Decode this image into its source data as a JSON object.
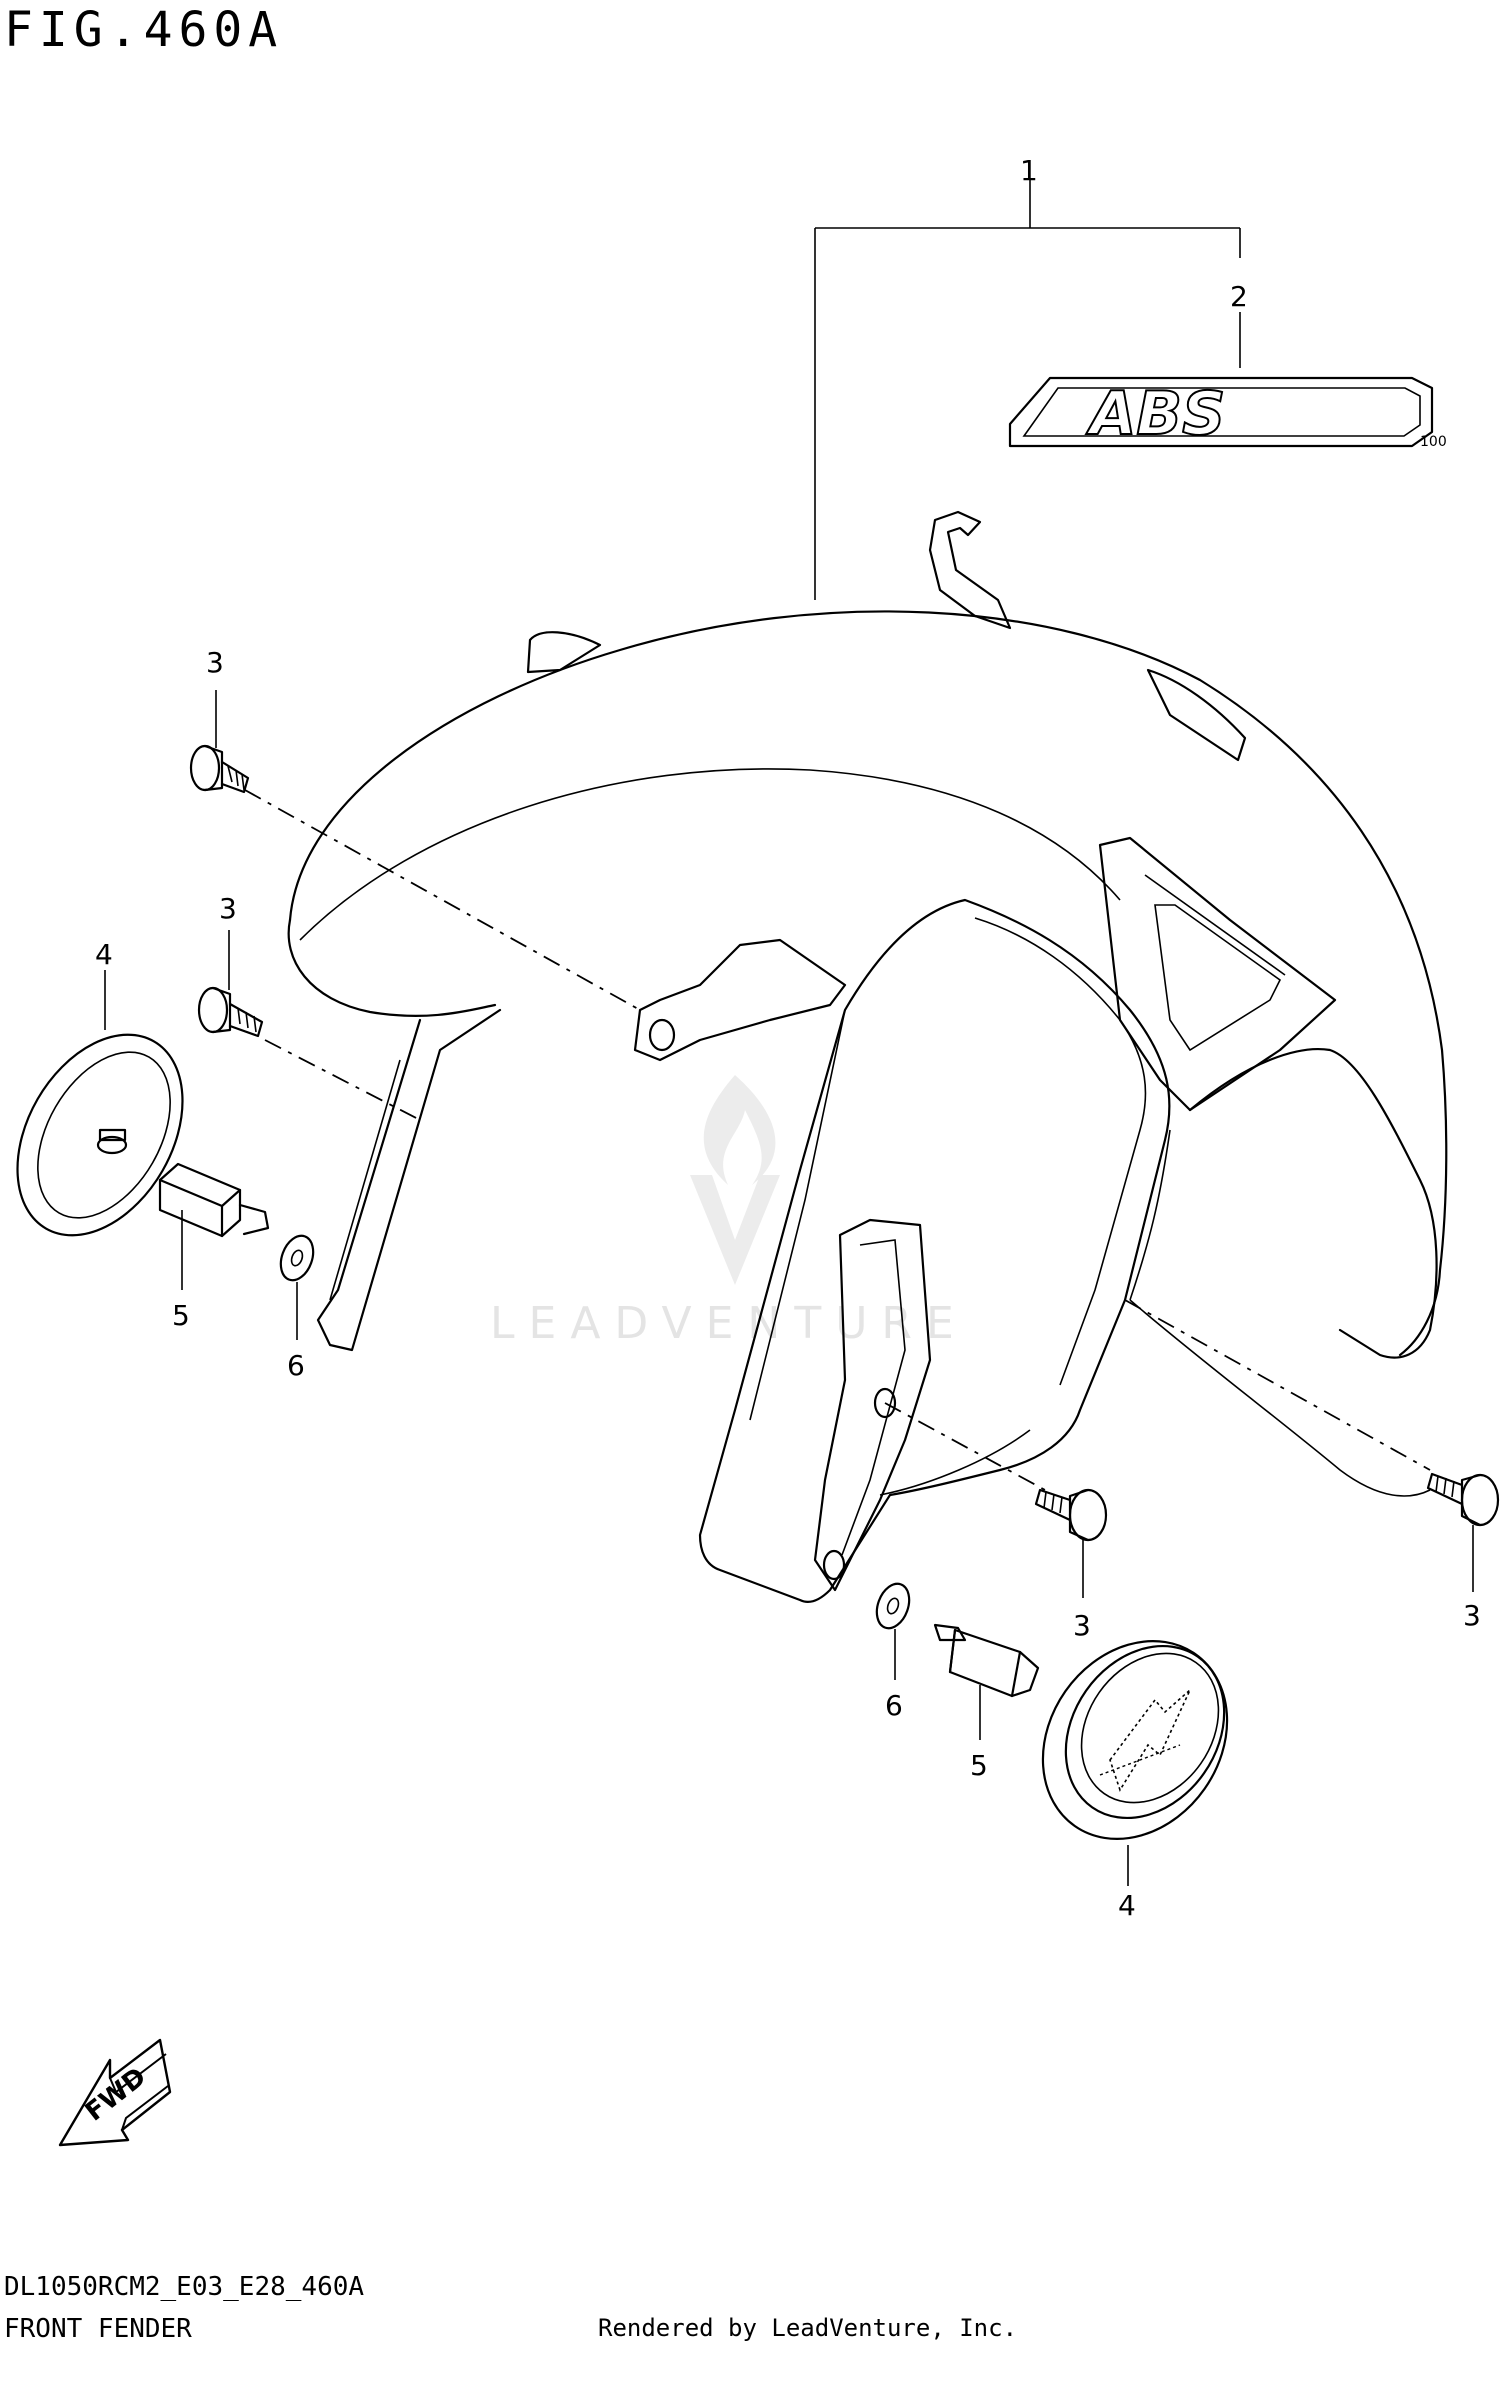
{
  "figure": {
    "title": "FIG.460A",
    "model_code": "DL1050RCM2_E03_E28_460A",
    "section_name": "FRONT FENDER",
    "credit": "Rendered by LeadVenture, Inc.",
    "watermark": "LEADVENTURE"
  },
  "emblem": {
    "text": "ABS",
    "suffix": "100"
  },
  "fwd_label": "FWD",
  "callouts": [
    {
      "id": "c1",
      "label": "1"
    },
    {
      "id": "c2",
      "label": "2"
    },
    {
      "id": "c3a",
      "label": "3"
    },
    {
      "id": "c3b",
      "label": "3"
    },
    {
      "id": "c4a",
      "label": "4"
    },
    {
      "id": "c5a",
      "label": "5"
    },
    {
      "id": "c6a",
      "label": "6"
    },
    {
      "id": "c3c",
      "label": "3"
    },
    {
      "id": "c3d",
      "label": "3"
    },
    {
      "id": "c6b",
      "label": "6"
    },
    {
      "id": "c5b",
      "label": "5"
    },
    {
      "id": "c4b",
      "label": "4"
    }
  ],
  "parts": [
    {
      "ref": "1",
      "name": "front-fender",
      "icon": "fender-icon"
    },
    {
      "ref": "2",
      "name": "abs-emblem",
      "icon": "emblem-icon"
    },
    {
      "ref": "3",
      "name": "screw",
      "icon": "screw-icon"
    },
    {
      "ref": "4",
      "name": "reflector",
      "icon": "reflector-icon"
    },
    {
      "ref": "5",
      "name": "spacer",
      "icon": "spacer-icon"
    },
    {
      "ref": "6",
      "name": "washer",
      "icon": "washer-icon"
    }
  ]
}
